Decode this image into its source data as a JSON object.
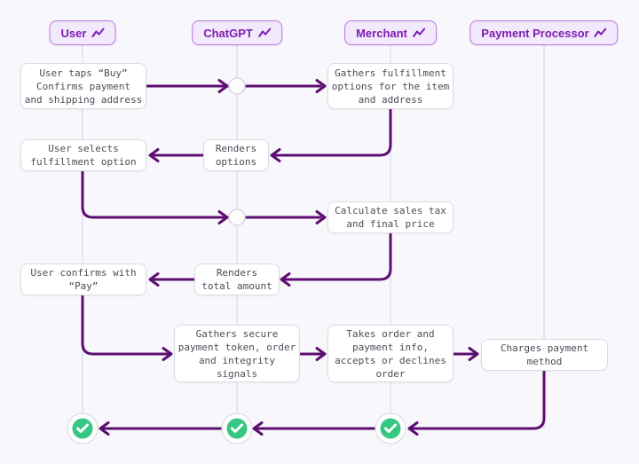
{
  "colors": {
    "background": "#f8f8fc",
    "flow_line": "#5d0e70",
    "lane_line": "#e7e5f3",
    "badge_bg": "#f3e9fc",
    "badge_border": "#b876de",
    "badge_text": "#7d1fb0",
    "box_bg": "#ffffff",
    "box_border": "#dbdbe4",
    "box_text": "#4c4c58",
    "success_green": "#36c882",
    "node_border": "#d6d6e0"
  },
  "actors": [
    {
      "name": "User",
      "icon": "activity-icon"
    },
    {
      "name": "ChatGPT",
      "icon": "activity-icon"
    },
    {
      "name": "Merchant",
      "icon": "activity-icon"
    },
    {
      "name": "Payment Processor",
      "icon": "activity-icon"
    }
  ],
  "steps": {
    "user_taps_buy": "User taps “Buy”\nConfirms payment\nand shipping address",
    "gathers_fulfillment": "Gathers fulfillment\noptions for the item\nand address",
    "renders_options": "Renders\noptions",
    "user_selects": "User selects\nfulfillment option",
    "calculate_tax": "Calculate sales tax\nand final price",
    "renders_total": "Renders\ntotal amount",
    "user_confirms": "User confirms with\n“Pay”",
    "gathers_secure": "Gathers secure\npayment token, order\nand integrity\nsignals",
    "takes_order": "Takes order and\npayment info,\naccepts or declines\norder",
    "charges_payment": "Charges payment\nmethod"
  },
  "success_nodes": [
    {
      "lane": "user",
      "icon": "check-icon"
    },
    {
      "lane": "chatgpt",
      "icon": "check-icon"
    },
    {
      "lane": "merchant",
      "icon": "check-icon"
    }
  ]
}
